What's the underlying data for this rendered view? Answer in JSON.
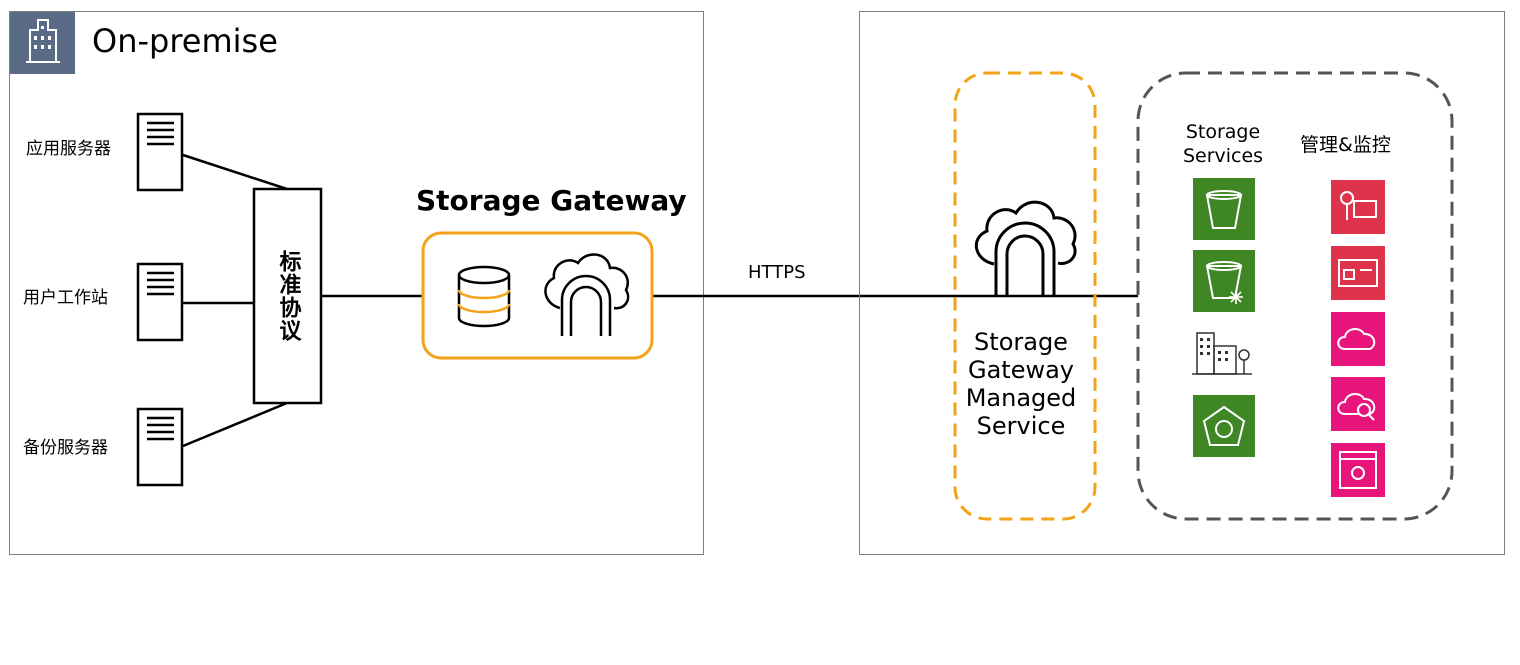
{
  "onprem": {
    "title": "On-premise",
    "icon": "office-building-icon",
    "servers": [
      {
        "label": "应用服务器",
        "icon": "server-icon"
      },
      {
        "label": "用户工作站",
        "icon": "server-icon"
      },
      {
        "label": "备份服务器",
        "icon": "server-icon"
      }
    ],
    "protocol_label": "标准协议"
  },
  "gateway": {
    "title": "Storage Gateway",
    "icons": [
      "database-icon",
      "cloud-gateway-icon"
    ],
    "accent": "#F5A21B"
  },
  "link": {
    "label": "HTTPS"
  },
  "managed": {
    "label": "Storage Gateway Managed Service",
    "icon": "cloud-gateway-icon",
    "accent": "#F5A21B"
  },
  "services": {
    "storage_title": "Storage Services",
    "storage_icons": [
      "s3-bucket-icon",
      "glacier-bucket-icon",
      "building-icon",
      "backup-icon"
    ],
    "storage_color": "#3F8624",
    "mgmt_title": "管理&监控",
    "mgmt_icons": [
      "iam-key-icon",
      "identity-lock-icon",
      "cloudwatch-icon",
      "cloud-search-icon",
      "console-gear-icon"
    ],
    "mgmt_colors": [
      "#DD344C",
      "#DD344C",
      "#E7157B",
      "#E7157B",
      "#E7157B"
    ]
  }
}
